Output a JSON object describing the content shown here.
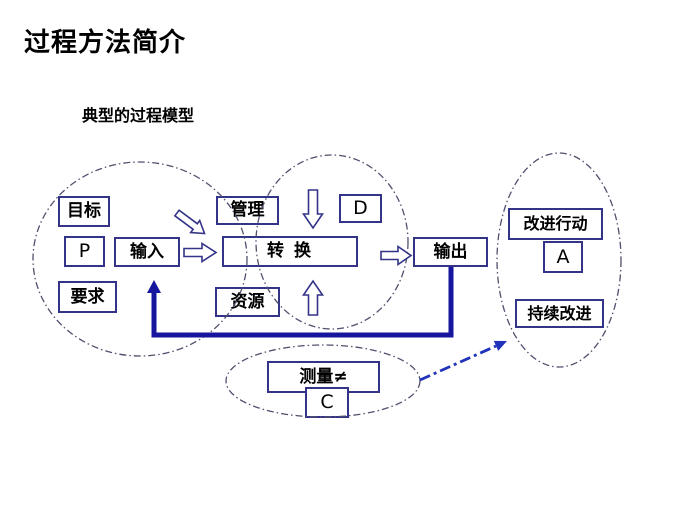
{
  "slide": {
    "title": "过程方法简介",
    "subtitle": "典型的过程模型"
  },
  "diagram": {
    "boxes": {
      "goal": "目标",
      "plan": "P",
      "input": "输入",
      "requirement": "要求",
      "management": "管理",
      "do": "D",
      "transform": "转  换",
      "resource": "资源",
      "output": "输出",
      "improve_action": "改进行动",
      "act": "A",
      "continuous_improve": "持续改进",
      "measure": "测量≠",
      "check": "C"
    },
    "colors": {
      "box_border": "#333388",
      "ellipse_stroke": "#50506e",
      "feedback_line_navy": "#15159e",
      "dash_arrow_blue": "#2233bb",
      "text": "#000000",
      "background": "#ffffff"
    }
  }
}
